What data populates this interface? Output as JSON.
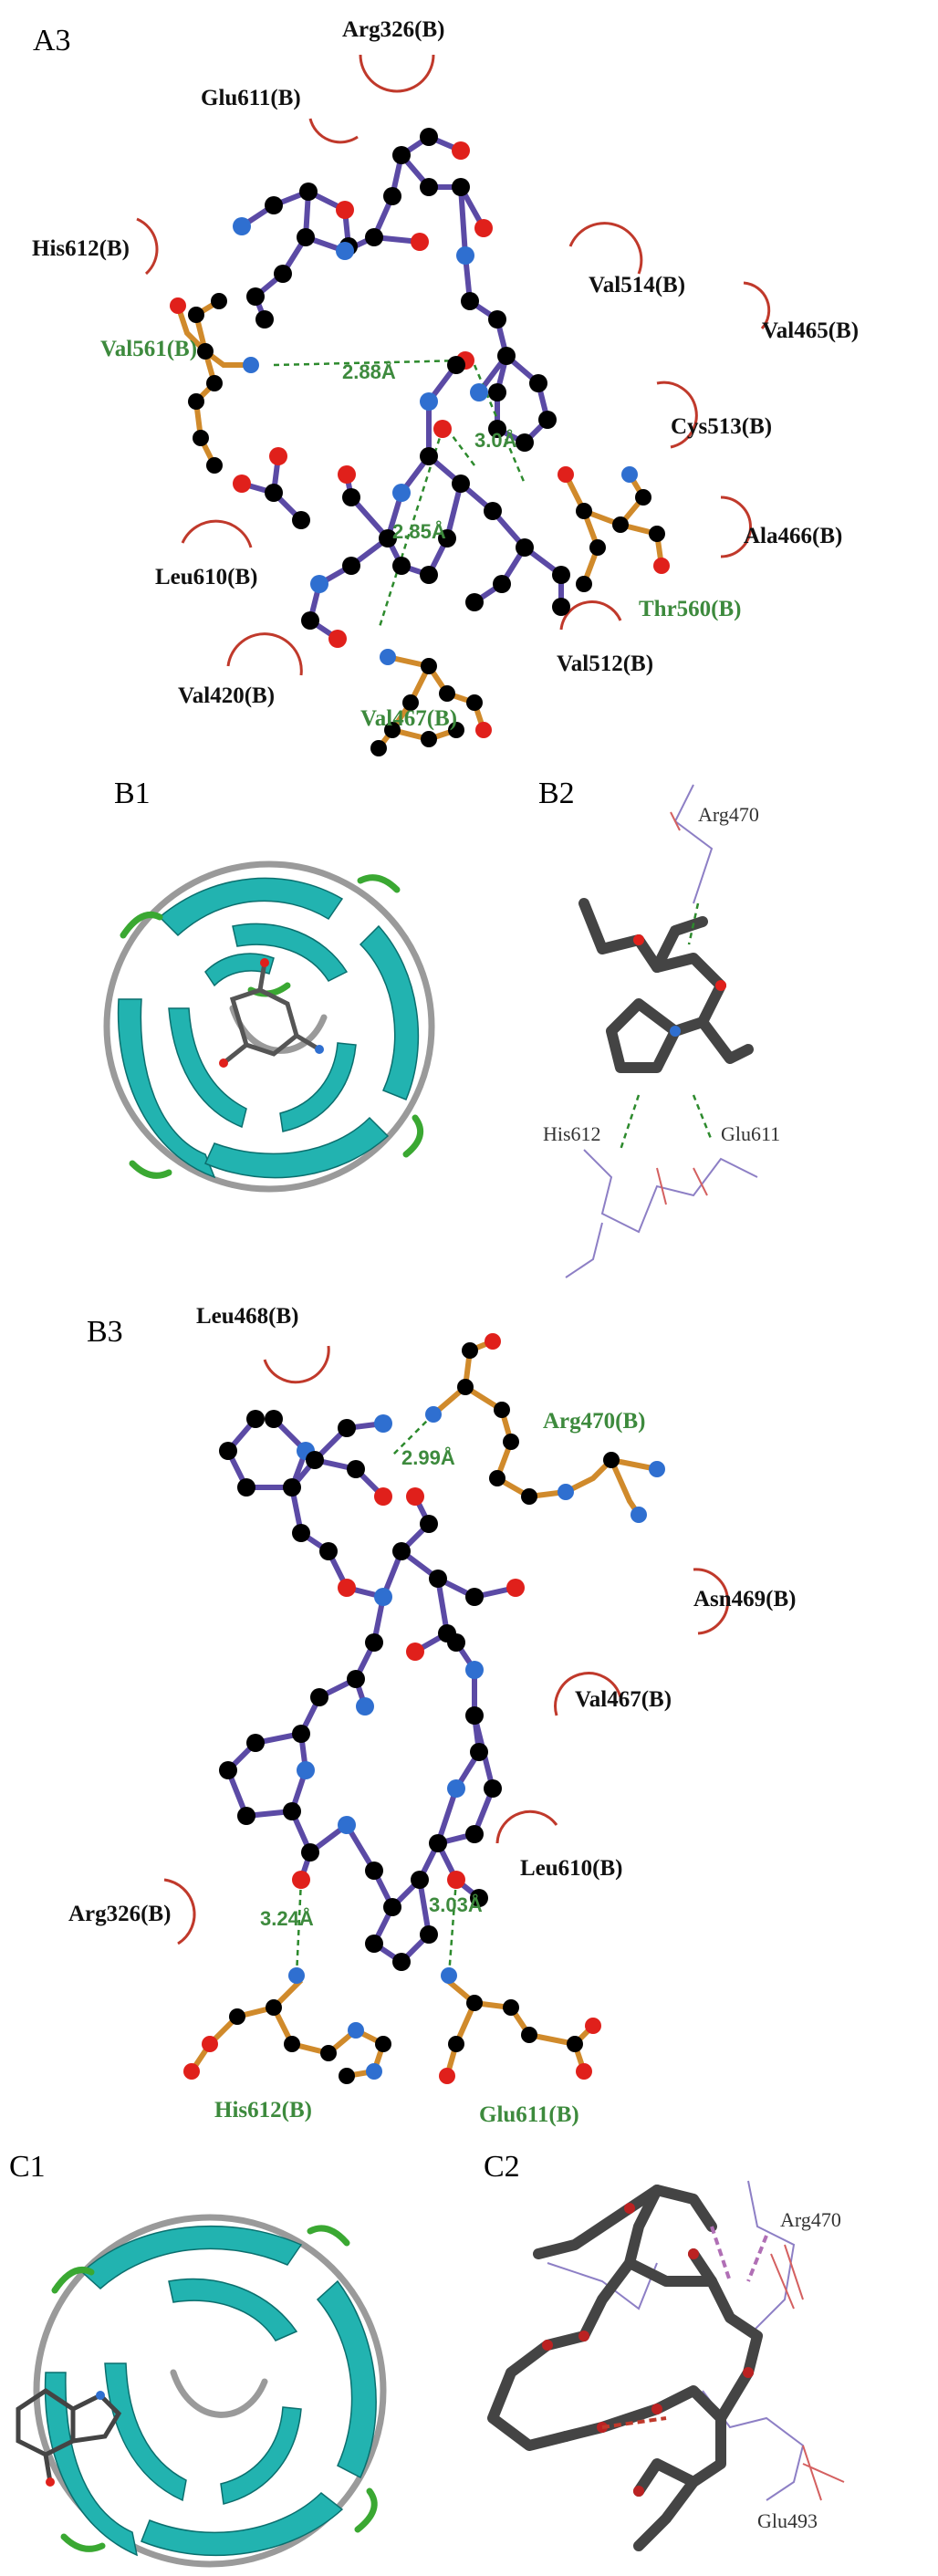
{
  "panels": {
    "a3": "A3",
    "b1": "B1",
    "b2": "B2",
    "b3": "B3",
    "c1": "C1",
    "c2": "C2"
  },
  "a3": {
    "residues_black": [
      "Arg326(B)",
      "Glu611(B)",
      "His612(B)",
      "Val514(B)",
      "Val465(B)",
      "Cys513(B)",
      "Ala466(B)",
      "Leu610(B)",
      "Val512(B)",
      "Val420(B)"
    ],
    "residues_green": [
      "Val561(B)",
      "Thr560(B)",
      "Val467(B)"
    ],
    "distances": [
      "2.88Å",
      "2.85Å",
      "3.0Å"
    ]
  },
  "b2": {
    "labels": [
      "Arg470",
      "His612",
      "Glu611"
    ]
  },
  "b3": {
    "residues_black": [
      "Leu468(B)",
      "Asn469(B)",
      "Val467(B)",
      "Arg326(B)",
      "Leu610(B)"
    ],
    "residues_green": [
      "Arg470(B)",
      "His612(B)",
      "Glu611(B)"
    ],
    "distances": [
      "2.99Å",
      "3.24Å",
      "3.03Å"
    ]
  },
  "c2": {
    "labels": [
      "Arg470",
      "Glu493"
    ]
  },
  "colors": {
    "carbon": "#000000",
    "oxygen": "#e0201b",
    "nitrogen": "#2f6fd0",
    "ligand_bond": "#5b4aa5",
    "residue_bond": "#d08a2b",
    "hbond": "#2d8a2d",
    "hydrophobic_arc": "#c0392b",
    "helix": "#22b3b0"
  }
}
